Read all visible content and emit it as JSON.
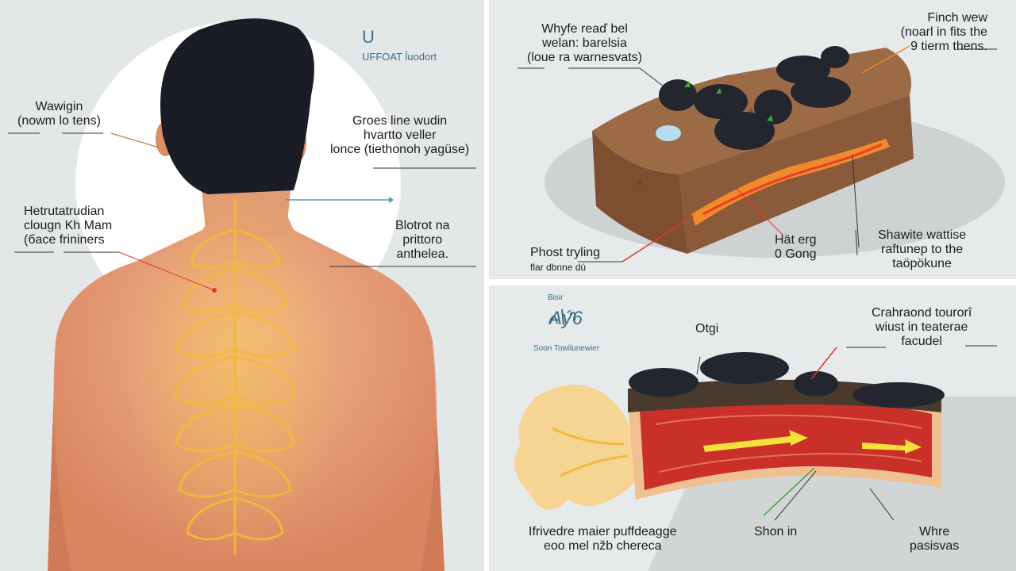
{
  "left": {
    "logo": {
      "mark": "U",
      "text": "UFFOAT ĺuodort"
    },
    "labels": [
      {
        "id": "l1",
        "lines": [
          "Wawigin",
          "(nowm lo tens)"
        ]
      },
      {
        "id": "l2",
        "lines": [
          "Groes line wudin",
          "hvartto veller",
          "lonce (tiethonoh yagüse)"
        ]
      },
      {
        "id": "l3",
        "lines": [
          "Hetrutatrudian",
          "clougn Kh Mam",
          "(бace frininers"
        ]
      },
      {
        "id": "l4",
        "lines": [
          "Blotrot na",
          "prittoro",
          "anthelea."
        ]
      }
    ]
  },
  "top_right": {
    "labels": [
      {
        "id": "t1",
        "lines": [
          "Whyfe reaď bel",
          "welan: barelsia",
          "(loue ra warnesvats)"
        ]
      },
      {
        "id": "t2",
        "lines": [
          "Finch wew",
          "(noarl in fits the",
          "9 tierm thens."
        ]
      },
      {
        "id": "t3",
        "lines": [
          "Phost tryling",
          "flar dbnne dú"
        ]
      },
      {
        "id": "t4",
        "lines": [
          "Hät erg",
          "0 Gong"
        ]
      },
      {
        "id": "t5",
        "lines": [
          "Shawite wattise",
          "raftunep to the",
          "taöpökune"
        ]
      }
    ]
  },
  "bottom_right": {
    "logo": {
      "top": "Bisir",
      "mark": "Aý6",
      "text": "Soon Towilunewier"
    },
    "labels": [
      {
        "id": "b1",
        "lines": [
          "Otgi"
        ]
      },
      {
        "id": "b2",
        "lines": [
          "Crahraond tourorî",
          "wiust in teaterae",
          "facudel"
        ]
      },
      {
        "id": "b3",
        "lines": [
          "Ifrivedre maier puffdeagge",
          "eoo mel nžb chereca"
        ]
      },
      {
        "id": "b4",
        "lines": [
          "Shon in"
        ]
      },
      {
        "id": "b5",
        "lines": [
          "Whre",
          "pasisvas"
        ]
      }
    ]
  },
  "colors": {
    "skin": "#e9a27a",
    "spine": "#f4b93a",
    "hair": "#1b1d26",
    "stone": "#23262f",
    "soil": "#8a5a3a",
    "heat": "#e8402a",
    "muscle": "#c9302a"
  }
}
